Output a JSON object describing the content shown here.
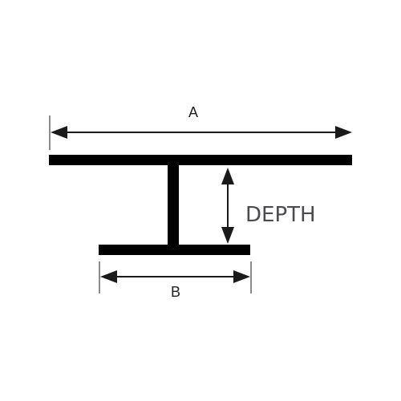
{
  "labels": {
    "width_a": "A",
    "width_b": "B",
    "depth": "DEPTH"
  },
  "colors": {
    "profile": "#000000",
    "dimension_lines": "#1a1a1a",
    "text_dark": "#222222",
    "text_depth": "#4a4a50",
    "background": "#ffffff"
  }
}
